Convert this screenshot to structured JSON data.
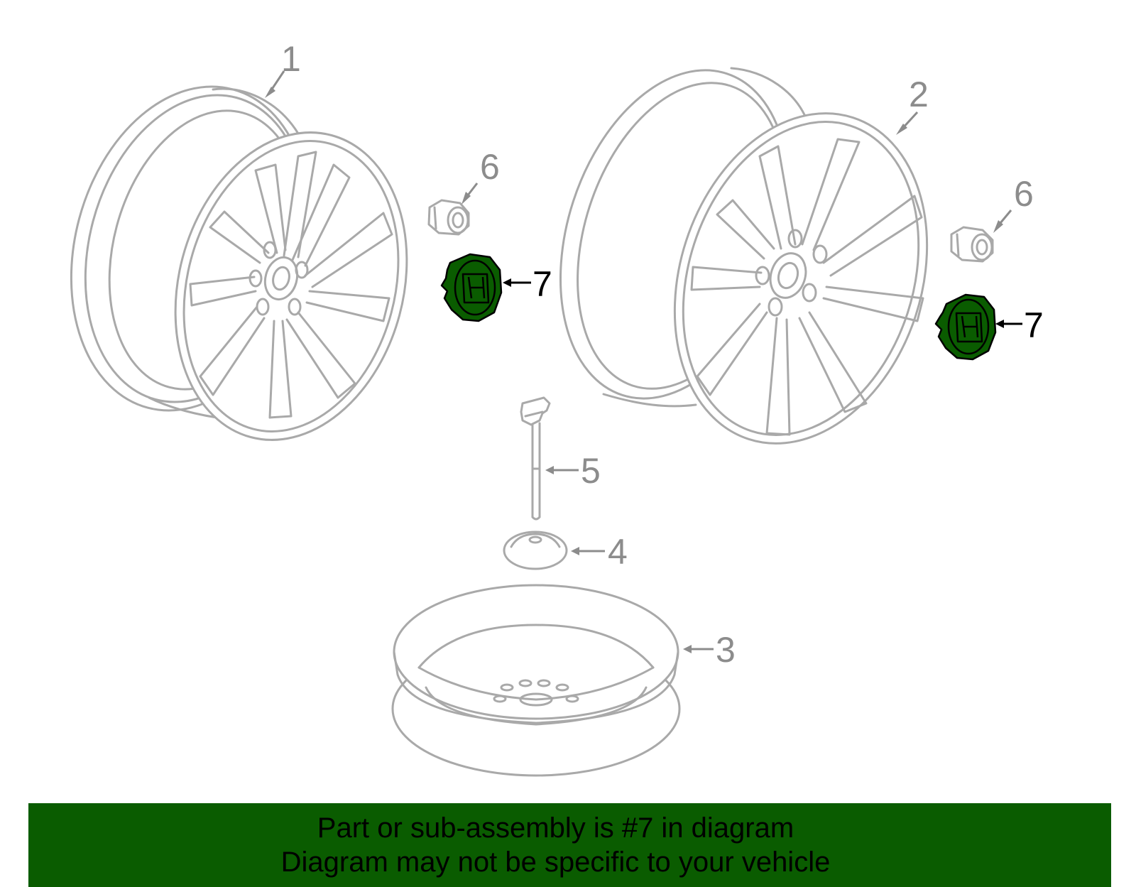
{
  "diagram": {
    "highlight_color": "#0a5c00",
    "part_line_color": "#a9a9a9",
    "callouts": [
      {
        "id": "1",
        "label": "1",
        "part": "wheel-left",
        "highlighted": false
      },
      {
        "id": "2",
        "label": "2",
        "part": "wheel-right",
        "highlighted": false
      },
      {
        "id": "3",
        "label": "3",
        "part": "spare-wheel",
        "highlighted": false
      },
      {
        "id": "4",
        "label": "4",
        "part": "spare-tire-mount-cone",
        "highlighted": false
      },
      {
        "id": "5",
        "label": "5",
        "part": "spare-tire-bolt",
        "highlighted": false
      },
      {
        "id": "6a",
        "label": "6",
        "part": "lug-nut-left",
        "highlighted": false
      },
      {
        "id": "6b",
        "label": "6",
        "part": "lug-nut-right",
        "highlighted": false
      },
      {
        "id": "7a",
        "label": "7",
        "part": "center-cap-left",
        "highlighted": true
      },
      {
        "id": "7b",
        "label": "7",
        "part": "center-cap-right",
        "highlighted": true
      }
    ]
  },
  "banner": {
    "line1": "Part or sub-assembly is #7 in diagram",
    "line2": "Diagram may not be specific to your vehicle",
    "background": "#0a5c00"
  }
}
